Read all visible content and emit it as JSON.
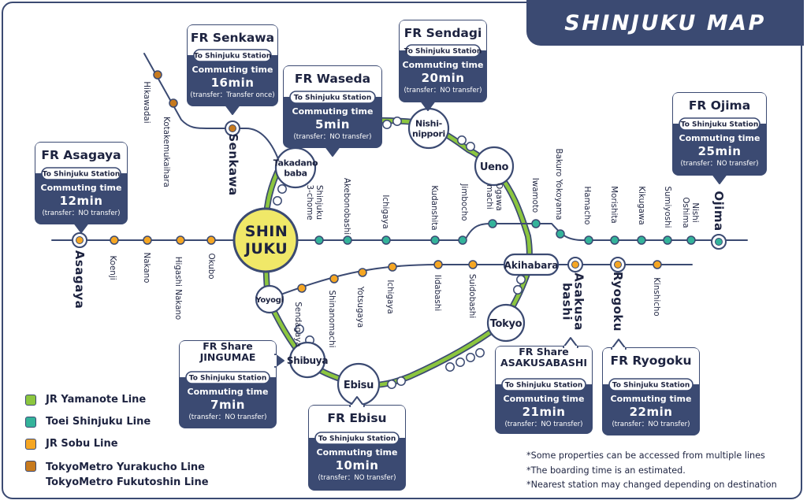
{
  "title": "SHINJUKU MAP",
  "colors": {
    "navy": "#3b4a72",
    "yamanote": "#8cc63f",
    "shinjuku_line": "#34b39a",
    "sobu": "#f5a623",
    "metro": "#c77a1e",
    "hub": "#f0e868"
  },
  "legend": [
    {
      "label": "JR Yamanote Line",
      "color": "#8cc63f"
    },
    {
      "label": "Toei Shinjuku Line",
      "color": "#34b39a"
    },
    {
      "label": "JR Sobu Line",
      "color": "#f5a623"
    },
    {
      "label": "TokyoMetro Yurakucho Line\nTokyoMetro Fukutoshin Line",
      "color": "#c77a1e"
    }
  ],
  "notes": [
    "*Some properties can be accessed from multiple lines",
    "*The boarding time is an estimated.",
    "*Nearest station may changed depending on destination"
  ],
  "hub_station": "SHIN\nJUKU",
  "major_stations": [
    {
      "name": "Takadano\nbaba",
      "icon": "major-station-icon"
    },
    {
      "name": "Nishi-\nnippori",
      "icon": "major-station-icon"
    },
    {
      "name": "Ueno",
      "icon": "major-station-icon"
    },
    {
      "name": "Akihabara",
      "icon": "major-station-icon"
    },
    {
      "name": "Tokyo",
      "icon": "major-station-icon"
    },
    {
      "name": "Ebisu",
      "icon": "major-station-icon"
    },
    {
      "name": "Shibuya",
      "icon": "major-station-icon"
    },
    {
      "name": "Yoyogi",
      "icon": "major-station-icon"
    }
  ],
  "station_labels": [
    "Hikawadai",
    "Kotakemukaihara",
    "Koenji",
    "Nakano",
    "Higashi Nakano",
    "Okubo",
    "Shinjuku\n3-chome",
    "Akebonobashi",
    "Ichigaya",
    "Kudanshita",
    "Jimbocho",
    "Ogawa\nmachi",
    "Iwamoto",
    "Bakuro Yokoyama",
    "Hamacho",
    "Morishita",
    "Kikugawa",
    "Sumiyoshi",
    "Nishi\nOshima",
    "Sendagaya",
    "Shinanomachi",
    "Yotsugaya",
    "Ichigaya",
    "Iidabashi",
    "Suidobashi",
    "Kinshicho"
  ],
  "property_stations": [
    {
      "name": "Senkawa"
    },
    {
      "name": "Asagaya"
    },
    {
      "name": "Ojima"
    },
    {
      "name": "Asakusa\nbashi"
    },
    {
      "name": "Ryogoku"
    }
  ],
  "properties": [
    {
      "name": "FR Senkawa",
      "dest": "To Shinjuku Station",
      "ct_label": "Commuting time",
      "time": "16min",
      "transfer": "(transfer：Transfer once)"
    },
    {
      "name": "FR Waseda",
      "dest": "To Shinjuku Station",
      "ct_label": "Commuting time",
      "time": "5min",
      "transfer": "(transfer：NO transfer)"
    },
    {
      "name": "FR Sendagi",
      "dest": "To Shinjuku Station",
      "ct_label": "Commuting time",
      "time": "20min",
      "transfer": "(transfer：NO transfer)"
    },
    {
      "name": "FR Asagaya",
      "dest": "To Shinjuku Station",
      "ct_label": "Commuting time",
      "time": "12min",
      "transfer": "(transfer：NO transfer)"
    },
    {
      "name": "FR Ojima",
      "dest": "To Shinjuku Station",
      "ct_label": "Commuting time",
      "time": "25min",
      "transfer": "(transfer：NO transfer)"
    },
    {
      "name": "FR Share\nJINGUMAE",
      "dest": "To Shinjuku Station",
      "ct_label": "Commuting time",
      "time": "7min",
      "transfer": "(transfer：NO transfer)"
    },
    {
      "name": "FR Ebisu",
      "dest": "To Shinjuku Station",
      "ct_label": "Commuting time",
      "time": "10min",
      "transfer": "(transfer：NO transfer)"
    },
    {
      "name": "FR Share\nASAKUSABASHI",
      "dest": "To Shinjuku Station",
      "ct_label": "Commuting time",
      "time": "21min",
      "transfer": "(transfer：NO transfer)"
    },
    {
      "name": "FR Ryogoku",
      "dest": "To Shinjuku Station",
      "ct_label": "Commuting time",
      "time": "22min",
      "transfer": "(transfer：NO transfer)"
    }
  ]
}
